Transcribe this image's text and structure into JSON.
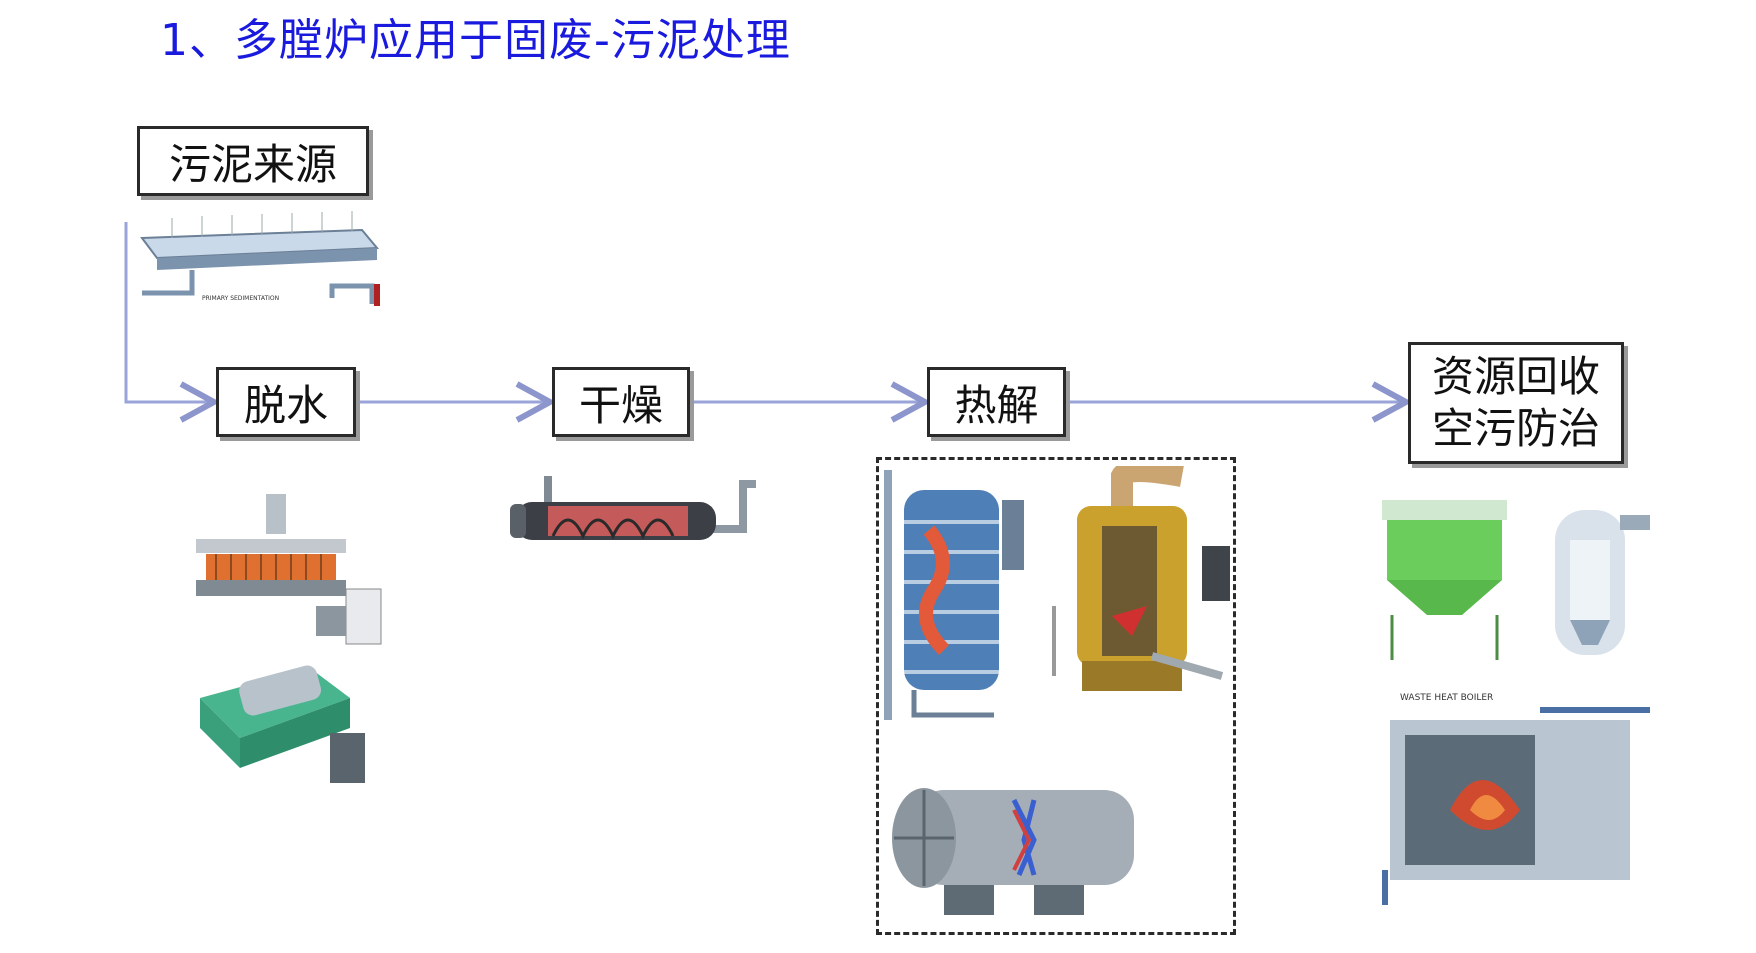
{
  "title": "1、多膛炉应用于固废-污泥处理",
  "source_box": {
    "label": "污泥来源"
  },
  "steps": [
    {
      "label": "脱水"
    },
    {
      "label": "干燥"
    },
    {
      "label": "热解"
    }
  ],
  "end_box": {
    "line1": "资源回收",
    "line2": "空污防治"
  },
  "colors": {
    "title": "#1a1adf",
    "arrow": "#9aa4d8",
    "box_border": "#2a2a2a"
  },
  "equipment_captions": {
    "source_unit": "PRIMARY SEDIMENTATION",
    "boiler": "WASTE HEAT BOILER"
  }
}
